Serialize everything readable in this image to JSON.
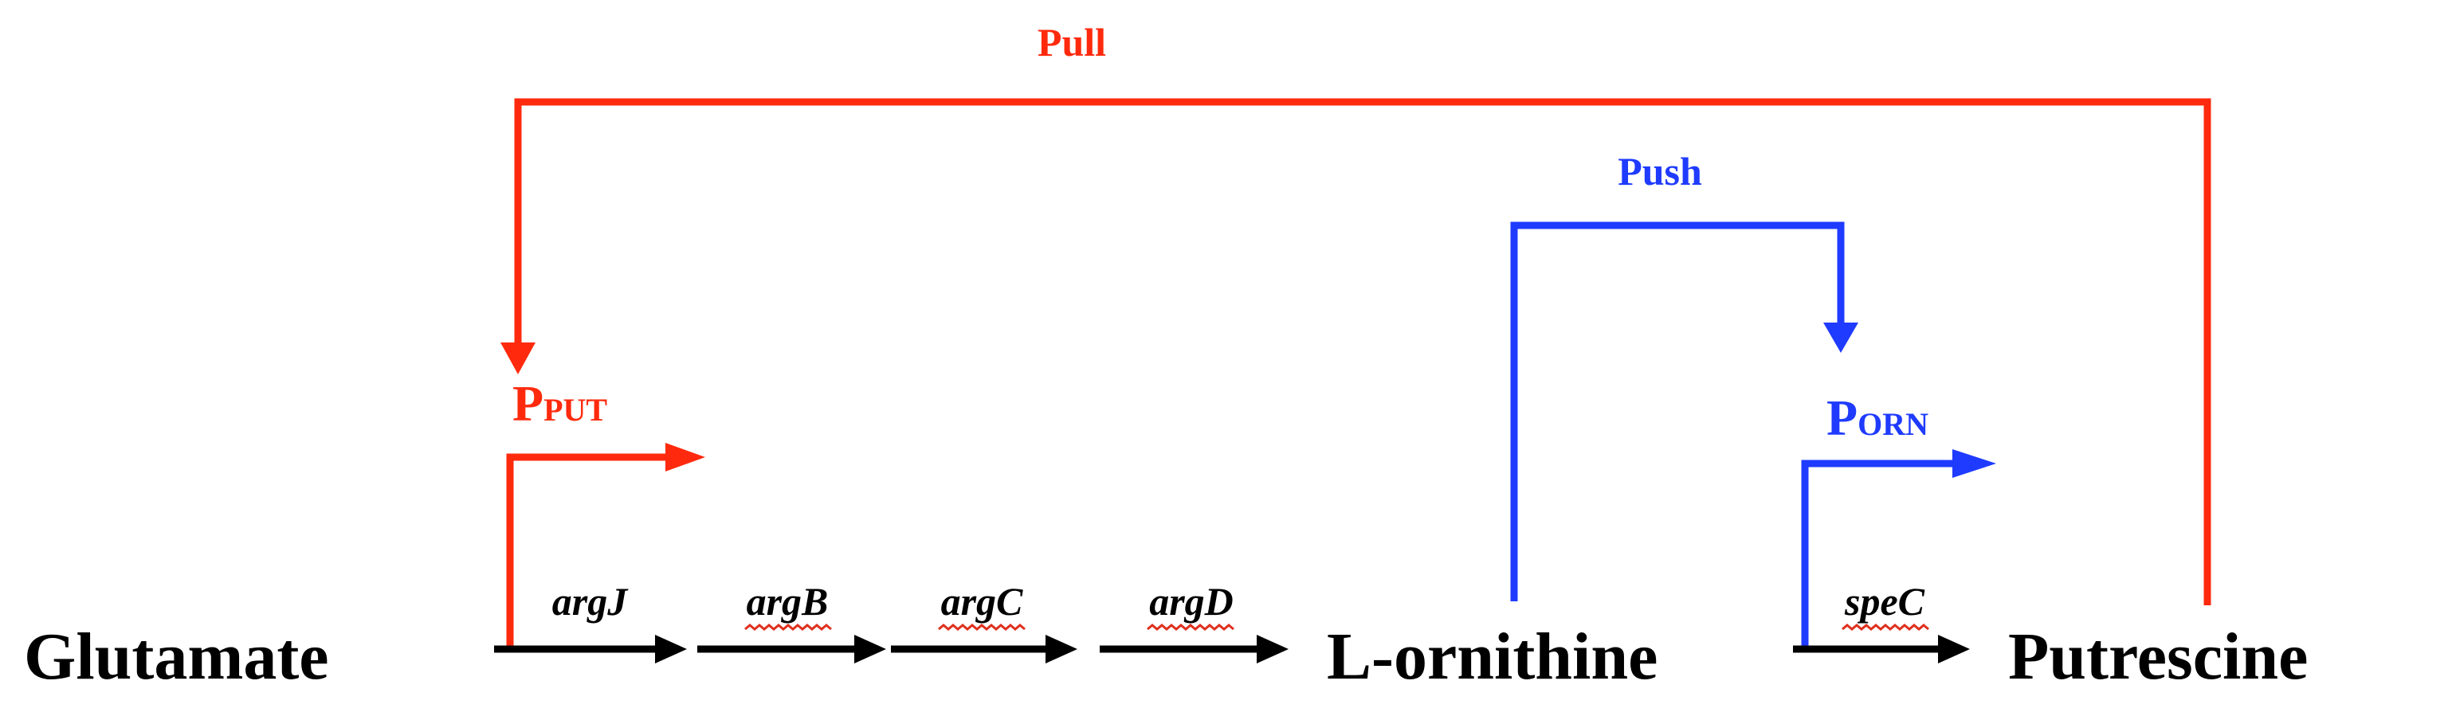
{
  "colors": {
    "pull": "#ff2a0d",
    "push": "#1f3bff",
    "pathway": "#000000",
    "underline": "#e0301e"
  },
  "metabolites": {
    "glutamate": "Glutamate",
    "ornithine": "L-ornithine",
    "putrescine": "Putrescine"
  },
  "genes": {
    "argJ": "argJ",
    "argB": "argB",
    "argC": "argC",
    "argD": "argD",
    "speC": "speC"
  },
  "labels": {
    "pull": "Pull",
    "push": "Push"
  },
  "promoters": {
    "put": {
      "main": "P",
      "sub": "PUT"
    },
    "orn": {
      "main": "P",
      "sub": "ORN"
    }
  }
}
